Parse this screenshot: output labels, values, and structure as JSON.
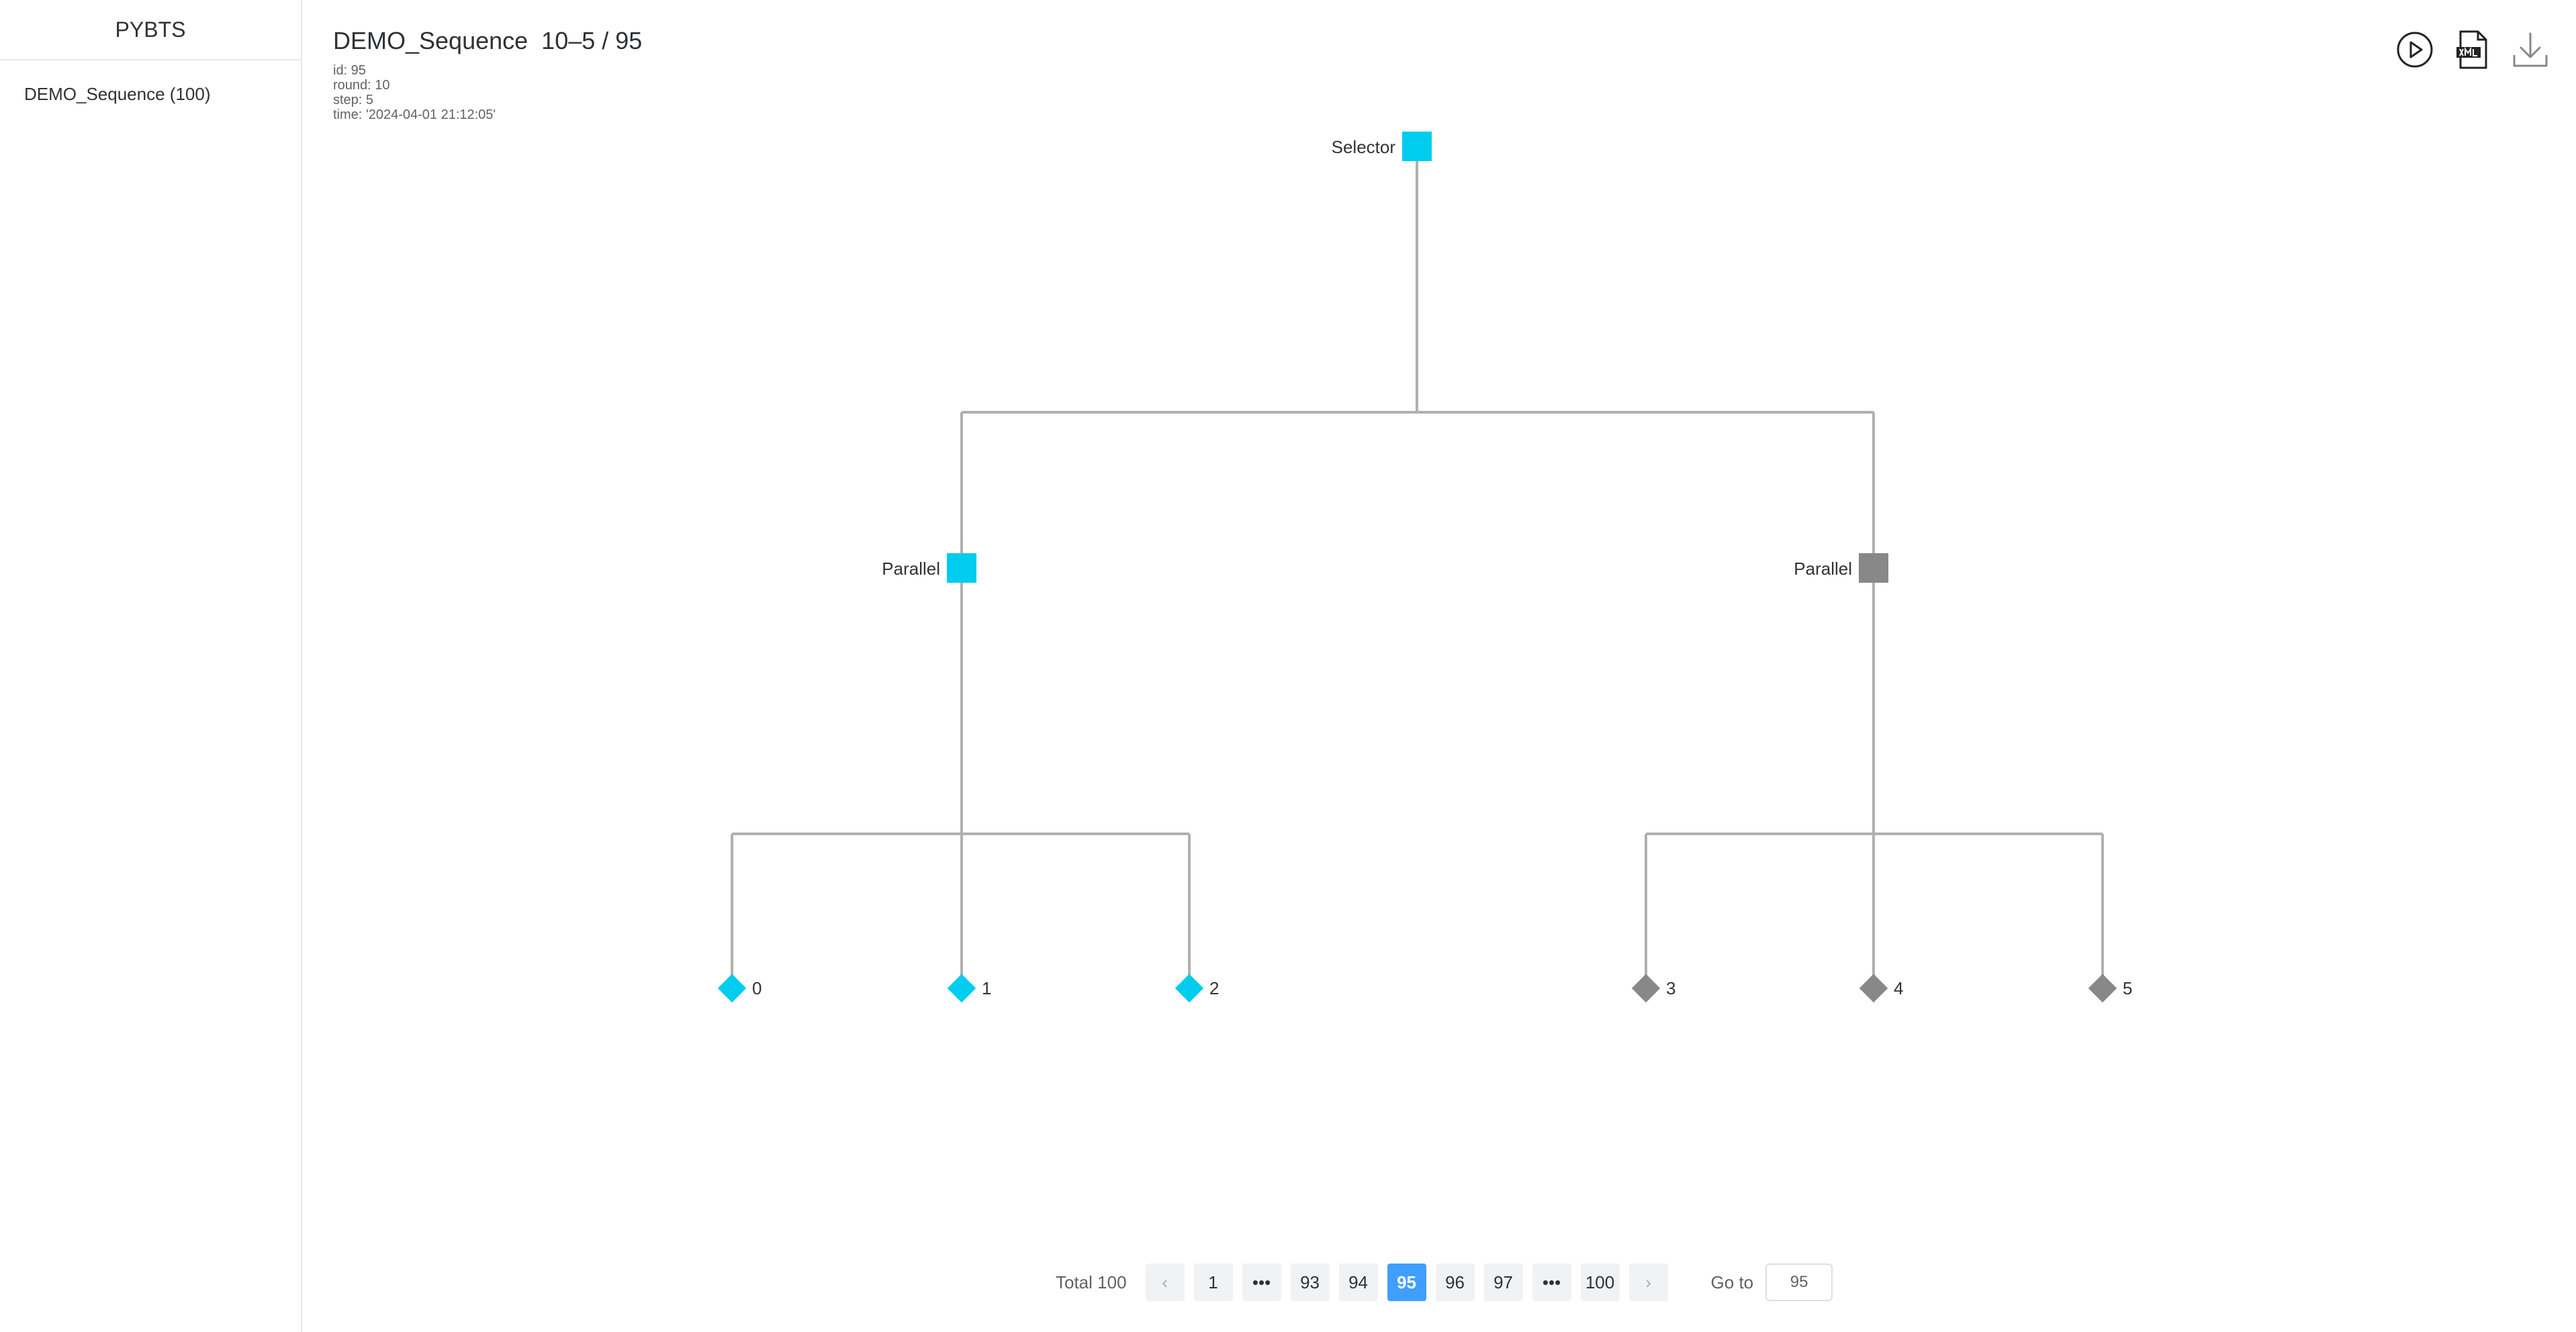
{
  "app": {
    "title": "PYBTS"
  },
  "sidebar": {
    "items": [
      {
        "label": "DEMO_Sequence (100)"
      }
    ]
  },
  "header": {
    "title": "DEMO_Sequence  10–5 / 95",
    "meta": [
      "id: 95",
      "round: 10",
      "step: 5",
      "time: '2024-04-01 21:12:05'"
    ]
  },
  "toolbar": {
    "icons": [
      "play-circle-icon",
      "xml-file-icon",
      "download-icon"
    ]
  },
  "colors": {
    "active": "#00ccef",
    "inactive": "#888888",
    "edge": "#b0b0b0",
    "accent": "#409eff"
  },
  "tree": {
    "root": {
      "label": "Selector",
      "shape": "square",
      "status": "active"
    },
    "children": [
      {
        "label": "Parallel",
        "shape": "square",
        "status": "active",
        "children": [
          {
            "label": "0",
            "shape": "diamond",
            "status": "active"
          },
          {
            "label": "1",
            "shape": "diamond",
            "status": "active"
          },
          {
            "label": "2",
            "shape": "diamond",
            "status": "active"
          }
        ]
      },
      {
        "label": "Parallel",
        "shape": "square",
        "status": "inactive",
        "children": [
          {
            "label": "3",
            "shape": "diamond",
            "status": "inactive"
          },
          {
            "label": "4",
            "shape": "diamond",
            "status": "inactive"
          },
          {
            "label": "5",
            "shape": "diamond",
            "status": "inactive"
          }
        ]
      }
    ]
  },
  "pagination": {
    "total_label": "Total 100",
    "prev": "‹",
    "next": "›",
    "pages": [
      "1",
      "•••",
      "93",
      "94",
      "95",
      "96",
      "97",
      "•••",
      "100"
    ],
    "current": "95",
    "goto_label": "Go to",
    "goto_value": "95"
  }
}
